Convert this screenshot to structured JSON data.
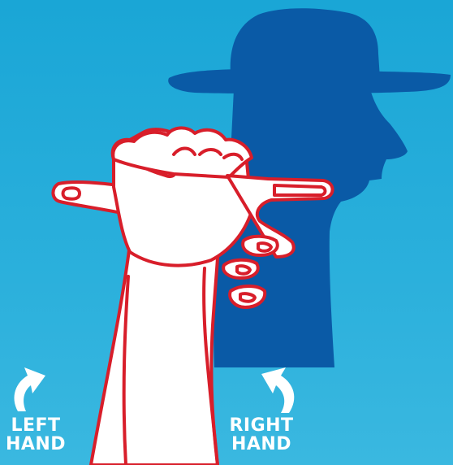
{
  "labels": {
    "left": {
      "line1": "LEFT",
      "line2": "HAND"
    },
    "right": {
      "line1": "RIGHT",
      "line2": "HAND"
    }
  },
  "colors": {
    "background": "#1aa6d6",
    "shadow": "#0a5aa6",
    "hand_fill": "#ffffff",
    "hand_outline": "#d81e2a",
    "text": "#ffffff"
  },
  "icons": [
    "curved-arrow-left-icon",
    "curved-arrow-right-icon"
  ]
}
